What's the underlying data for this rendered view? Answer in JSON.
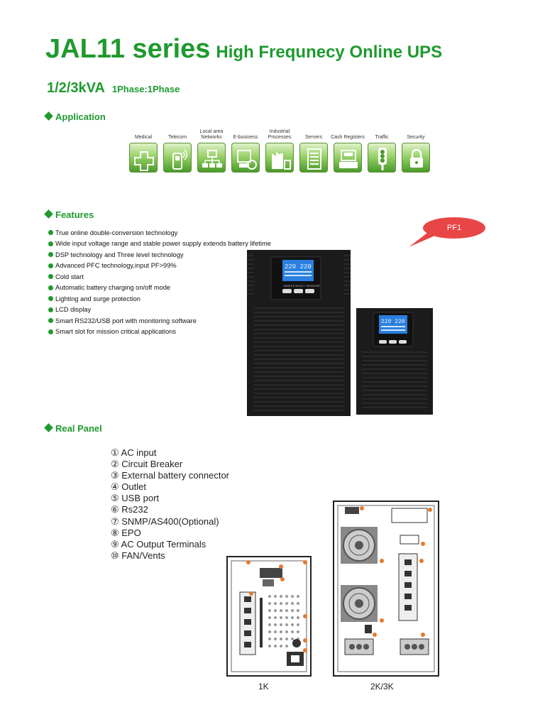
{
  "header": {
    "series": "JAL11 series",
    "product": "High Frequnecy Online UPS",
    "capacity": "1/2/3kVA",
    "phase": "1Phase:1Phase"
  },
  "sections": {
    "application": "Application",
    "features": "Features",
    "real_panel": "Real Panel"
  },
  "applications": [
    {
      "label": "Medical",
      "icon": "medical-icon"
    },
    {
      "label": "Telecom",
      "icon": "telecom-icon"
    },
    {
      "label": "Local area Networks",
      "icon": "network-icon"
    },
    {
      "label": "E-business",
      "icon": "ebusiness-icon"
    },
    {
      "label": "Industrial Processes",
      "icon": "industrial-icon"
    },
    {
      "label": "Servers",
      "icon": "server-icon"
    },
    {
      "label": "Cash Registers",
      "icon": "cash-register-icon"
    },
    {
      "label": "Traffic",
      "icon": "traffic-light-icon"
    },
    {
      "label": "Security",
      "icon": "lock-icon"
    }
  ],
  "features": [
    "True online double-conversion technology",
    "Wide input voltage range and stable power supply extends battery lifetime",
    "DSP technology and Three level technology",
    "Advanced PFC technology,input PF>99%",
    "Cold start",
    "Automatic battery charging on/off mode",
    "Lighting and surge protection",
    "LCD display",
    "Smart RS232/USB port with monitoring software",
    "Smart slot for mission critical applications"
  ],
  "callout": "PF1",
  "display_reading": "220 220",
  "ups_buttons": [
    "ON/MUTE",
    "SELECT",
    "OFF/ENTER"
  ],
  "panel_items": [
    "① AC input",
    "② Circuit Breaker",
    "③ External battery connector",
    "④ Outlet",
    "⑤ USB port",
    "⑥ Rs232",
    "⑦ SNMP/AS400(Optional)",
    "⑧ EPO",
    "⑨ AC Output Terminals",
    "⑩ FAN/Vents"
  ],
  "captions": {
    "small": "1K",
    "large": "2K/3K"
  },
  "colors": {
    "brand_green": "#1e9a2e",
    "callout_red": "#e84646",
    "lcd_blue": "#2a7fe0",
    "marker_orange": "#e57a2a"
  }
}
